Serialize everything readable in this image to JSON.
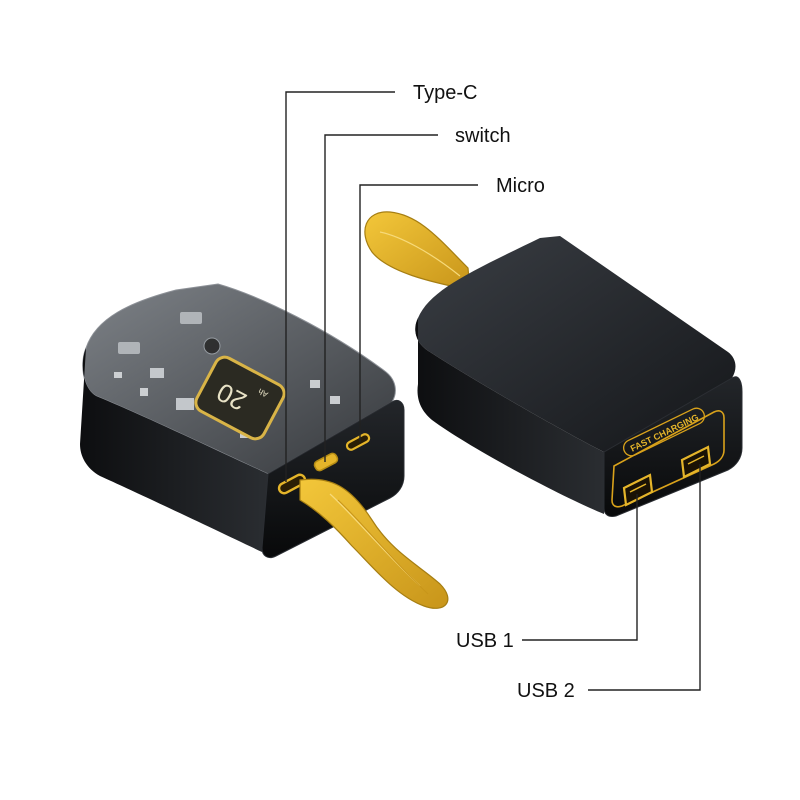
{
  "colors": {
    "background": "#ffffff",
    "body": "#16181b",
    "body_edge": "#2b2e33",
    "strap": "#e5b52a",
    "strap_dark": "#b48b14",
    "port_glow": "#d9a21b",
    "leader_line": "#222222"
  },
  "callouts": {
    "type_c": "Type-C",
    "switch": "switch",
    "micro": "Micro",
    "usb1": "USB 1",
    "usb2": "USB 2"
  },
  "left_unit": {
    "display_value": "20",
    "display_unit": "Ah"
  },
  "right_unit": {
    "badge": "FAST CHARGING"
  }
}
